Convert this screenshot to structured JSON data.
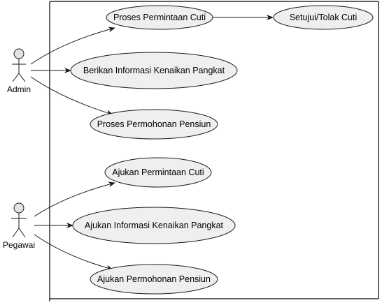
{
  "actors": [
    {
      "id": "admin",
      "label": "Admin"
    },
    {
      "id": "pegawai",
      "label": "Pegawai"
    }
  ],
  "use_cases": [
    {
      "id": "uc1",
      "label": "Proses Permintaan Cuti"
    },
    {
      "id": "uc2",
      "label": "Setujui/Tolak Cuti"
    },
    {
      "id": "uc3",
      "label": "Berikan Informasi Kenaikan Pangkat"
    },
    {
      "id": "uc4",
      "label": "Proses Permohonan Pensiun"
    },
    {
      "id": "uc5",
      "label": "Ajukan Permintaan Cuti"
    },
    {
      "id": "uc6",
      "label": "Ajukan Informasi Kenaikan Pangkat"
    },
    {
      "id": "uc7",
      "label": "Ajukan Permohonan Pensiun"
    }
  ],
  "associations": [
    {
      "from": "admin",
      "to": "uc1"
    },
    {
      "from": "admin",
      "to": "uc3"
    },
    {
      "from": "admin",
      "to": "uc4"
    },
    {
      "from": "uc1",
      "to": "uc2"
    },
    {
      "from": "pegawai",
      "to": "uc5"
    },
    {
      "from": "pegawai",
      "to": "uc6"
    },
    {
      "from": "pegawai",
      "to": "uc7"
    }
  ],
  "colors": {
    "use_case_fill": "#efefef",
    "stroke": "#1a1a1a",
    "actor_fill": "#e3e3e3",
    "boundary": "#000000"
  }
}
